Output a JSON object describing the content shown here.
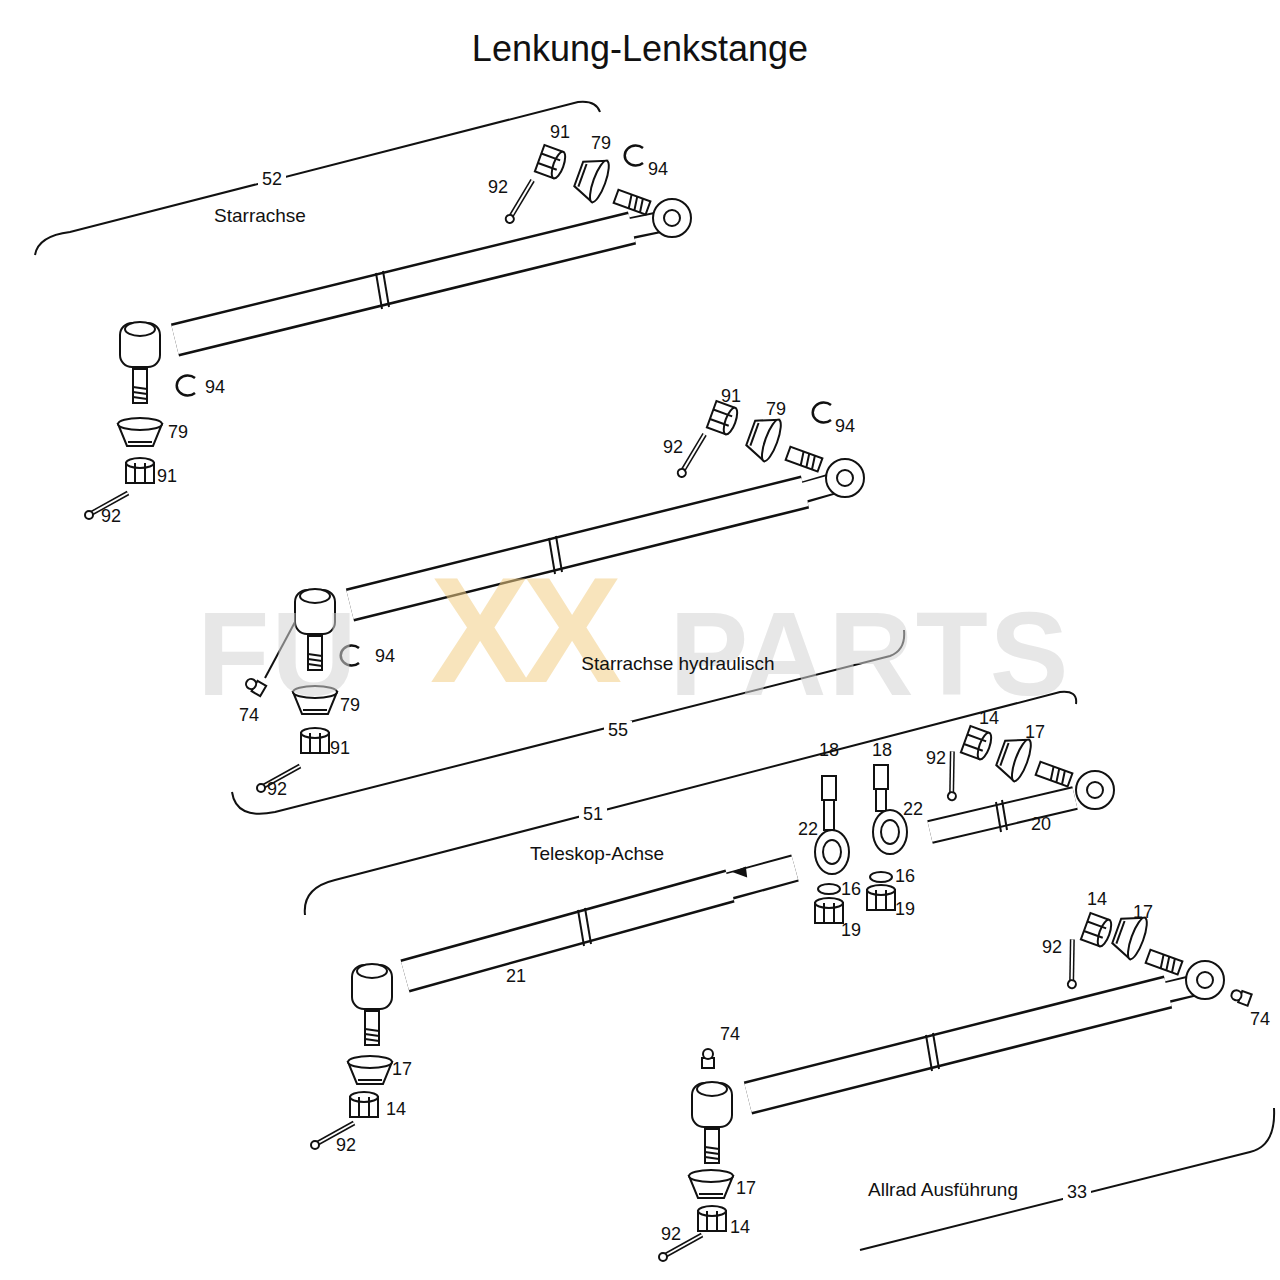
{
  "diagram": {
    "title": "Lenkung-Lenkstange",
    "labels": [
      "52",
      "Starrachse",
      "91",
      "79",
      "94",
      "92",
      "94",
      "79",
      "91",
      "92",
      "91",
      "79",
      "94",
      "92",
      "94",
      "74",
      "79",
      "91",
      "92",
      "FU",
      "XX",
      "PARTS",
      "Starrachse hydraulisch",
      "55",
      "18",
      "18",
      "14",
      "17",
      "92",
      "22",
      "22",
      "20",
      "51",
      "Teleskop-Achse",
      "16",
      "16",
      "19",
      "19",
      "21",
      "17",
      "14",
      "92",
      "14",
      "17",
      "92",
      "74",
      "74",
      "17",
      "14",
      "92",
      "Allrad Ausführung",
      "33"
    ]
  }
}
